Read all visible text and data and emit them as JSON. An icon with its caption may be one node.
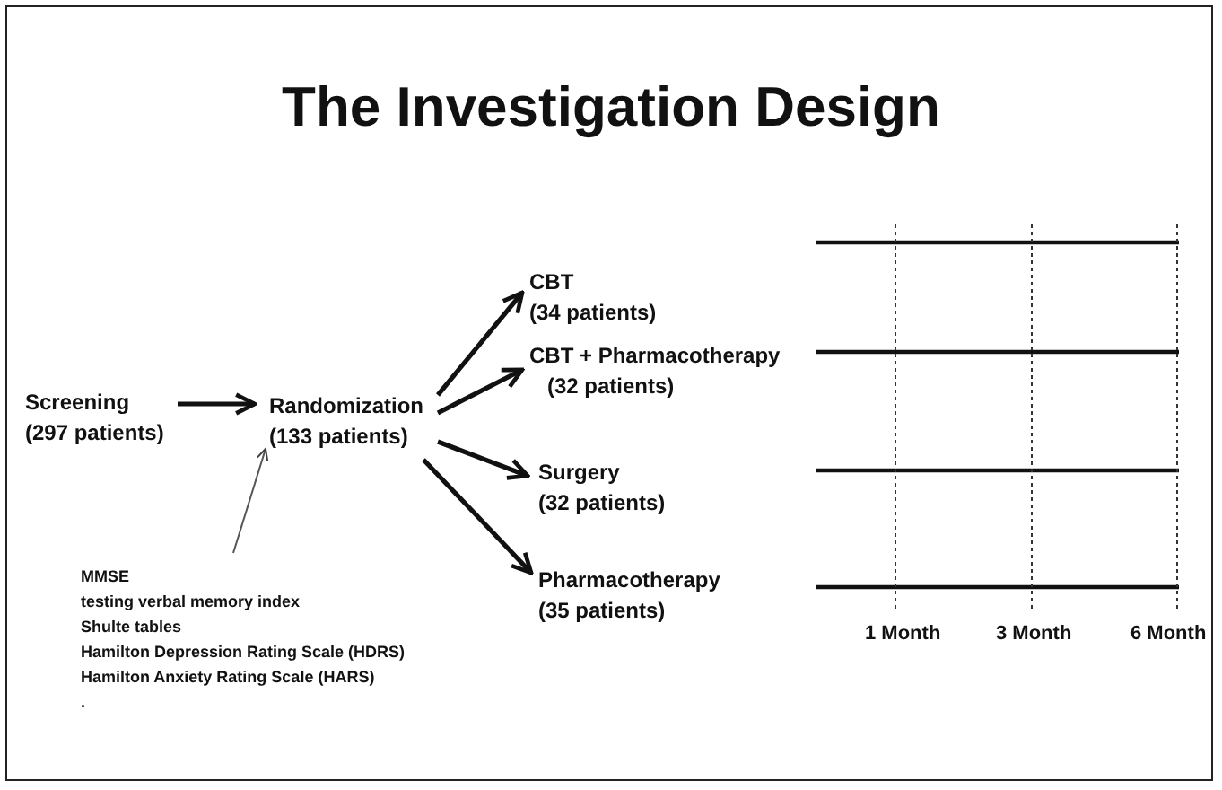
{
  "diagram": {
    "title": "The Investigation Design",
    "nodes": [
      {
        "text": [
          "Screening",
          "(297 patients)"
        ]
      },
      {
        "text": [
          "Randomization",
          "(133 patients)"
        ]
      },
      {
        "text": [
          "CBT",
          "(34 patients)"
        ]
      },
      {
        "text": [
          "CBT + Pharmacotherapy",
          "(32 patients)"
        ]
      },
      {
        "text": [
          "Surgery",
          "(32 patients)"
        ]
      },
      {
        "text": [
          "Pharmacotherapy",
          "(35 patients)"
        ]
      },
      {
        "text": [
          "MMSE",
          "testing verbal memory index",
          "Shulte tables",
          "Hamilton Depression Rating Scale (HDRS)",
          "Hamilton Anxiety Rating Scale (HARS)",
          "."
        ]
      }
    ],
    "edges": [
      {
        "from": 0,
        "to": 1,
        "arrow": "to"
      },
      {
        "from": 6,
        "to": 1,
        "arrow": "to",
        "color": "#555555"
      },
      {
        "from": 1,
        "to": 2,
        "arrow": "to"
      },
      {
        "from": 1,
        "to": 3,
        "arrow": "to"
      },
      {
        "from": 1,
        "to": 4,
        "arrow": "to"
      },
      {
        "from": 1,
        "to": 5,
        "arrow": "to"
      }
    ],
    "labels": [
      "1 Month",
      "3 Month",
      "6 Month"
    ]
  }
}
